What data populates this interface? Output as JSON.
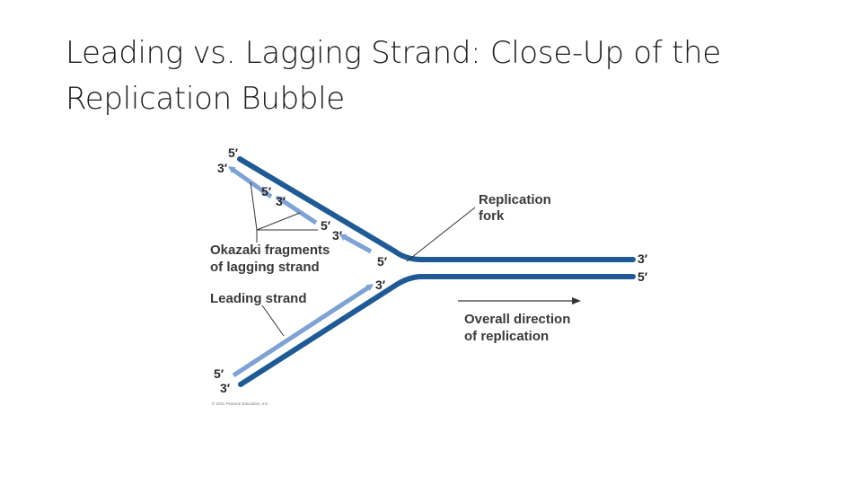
{
  "slide": {
    "title_line1": "Leading vs. Lagging Strand: Close-Up of the",
    "title_line2": "Replication Bubble"
  },
  "diagram": {
    "labels": {
      "replication_fork_line1": "Replication",
      "replication_fork_line2": "fork",
      "okazaki_line1": "Okazaki fragments",
      "okazaki_line2": "of lagging strand",
      "leading_strand": "Leading strand",
      "direction_line1": "Overall direction",
      "direction_line2": "of replication"
    },
    "strand_ends": {
      "top_parent_left_5": "5′",
      "top_left_3": "3′",
      "okazaki1_5": "5′",
      "okazaki1_3": "3′",
      "okazaki2_5": "5′",
      "okazaki2_3": "3′",
      "okazaki3_5": "5′",
      "leading_tip_3": "3′",
      "right_top_3": "3′",
      "right_bottom_5": "5′",
      "bottom_left_5": "5′",
      "bottom_left_3": "3′"
    },
    "credit": "© 2011 Pearson Education, Inc.",
    "colors": {
      "parental_strand": "#1f5a95",
      "new_strand": "#7fa2d4",
      "leader_line": "#333333"
    }
  }
}
